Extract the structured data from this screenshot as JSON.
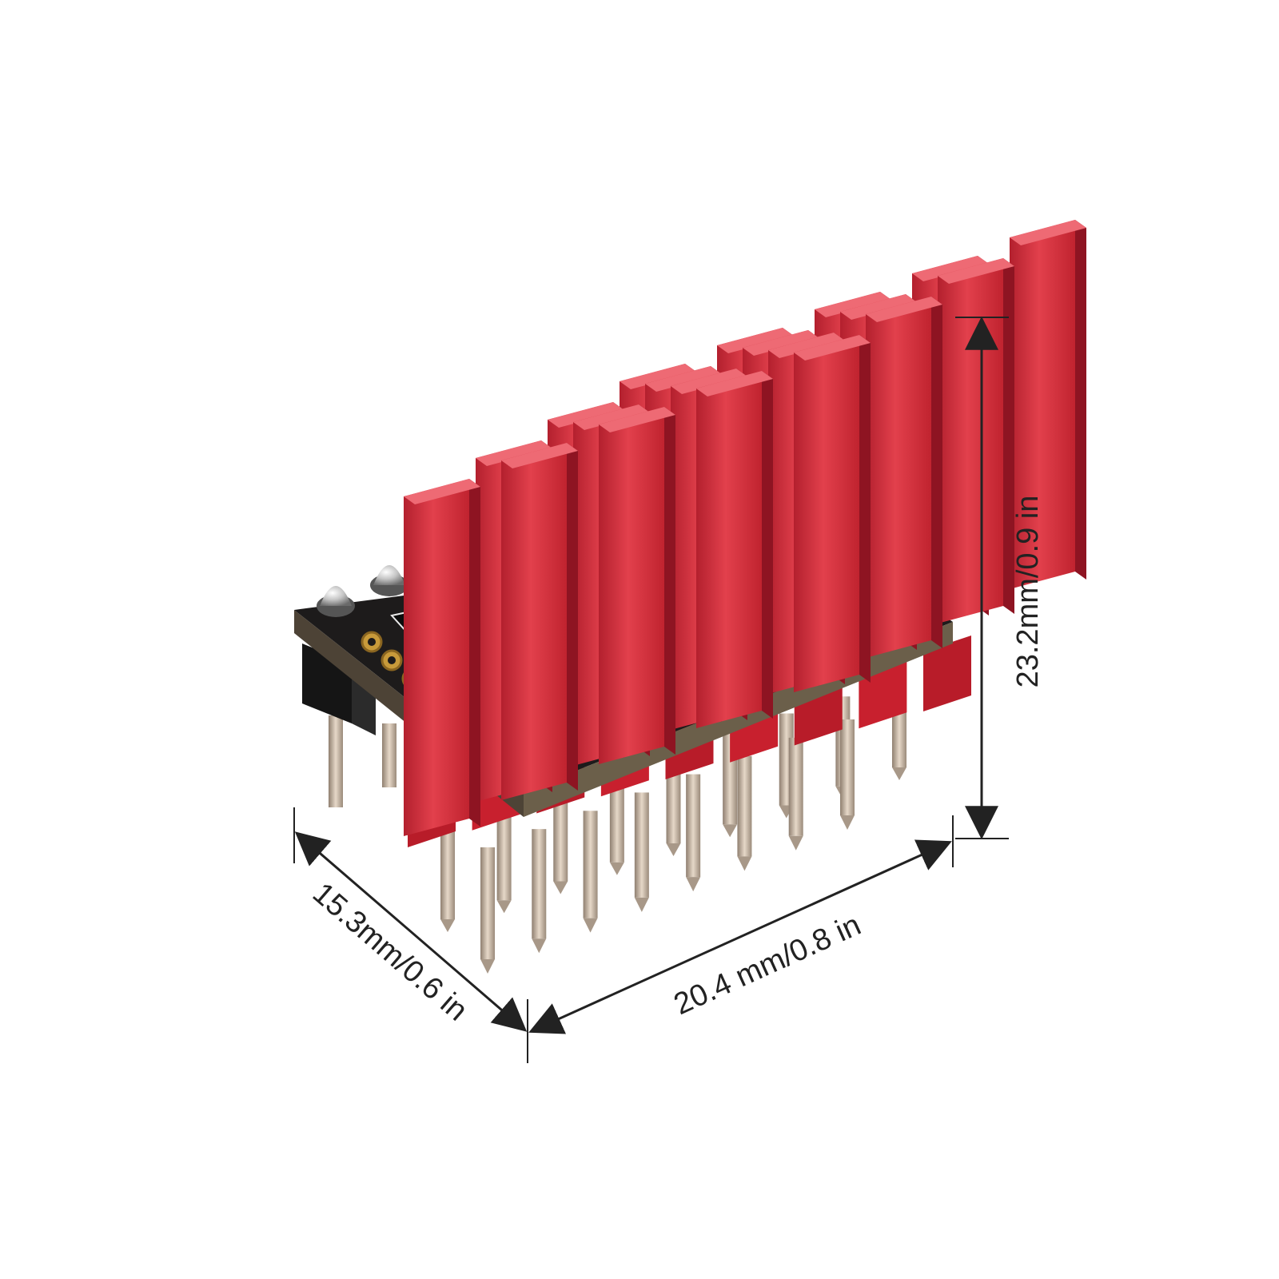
{
  "product": {
    "colors": {
      "heatsink": "#d62f3e",
      "heatsink_dark": "#8e1422",
      "heatsink_light": "#ee6a74",
      "pcb": "#1d1b1b",
      "pcb_edge": "#6b5f4a",
      "header_red": "#c8202e",
      "header_black": "#151515",
      "pin": "#c9b8a6",
      "solder": "#d8d8d8",
      "pad_gold": "#c89a3a"
    }
  },
  "dimensions": {
    "height_label": "23.2mm/0.9 in",
    "width_label": "20.4 mm/0.8 in",
    "depth_label": "15.3mm/0.6 in",
    "line_color": "#222222"
  }
}
